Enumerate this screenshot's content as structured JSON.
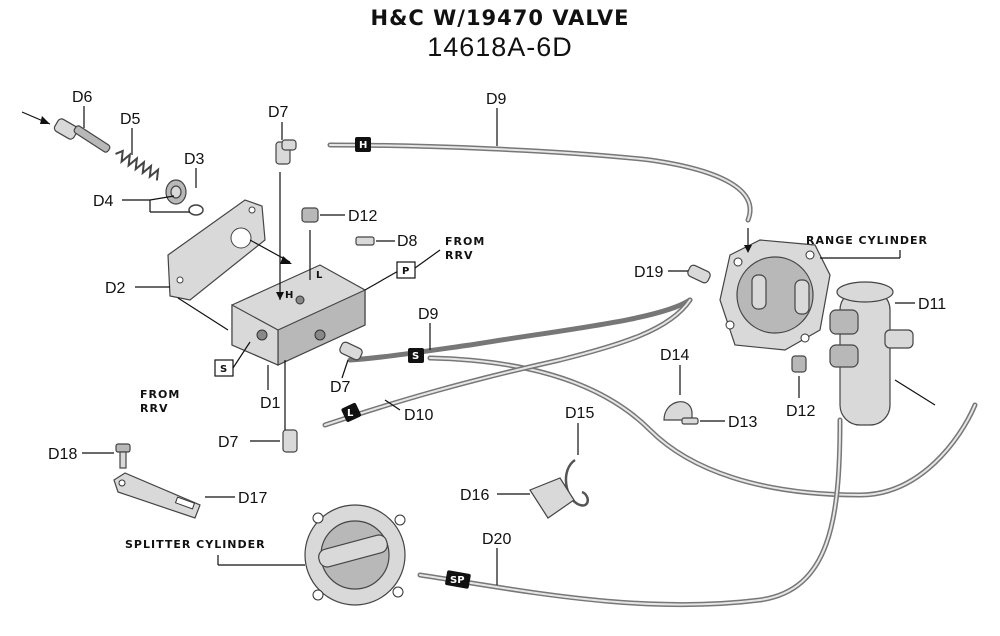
{
  "title": "H&C W/19470 Valve",
  "subtitle": "14618A-6D",
  "labels": {
    "d6": "D6",
    "d5": "D5",
    "d3": "D3",
    "d4": "D4",
    "d7a": "D7",
    "d9a": "D9",
    "d12a": "D12",
    "d8": "D8",
    "from_rrv_a": "From\nRRV",
    "d2": "D2",
    "p_tag": "P",
    "d19": "D19",
    "range_cyl": "Range Cylinder",
    "d11": "D11",
    "d9b": "D9",
    "s_tag_a": "S",
    "from_rrv_b": "From\nRRV",
    "d1": "D1",
    "d7b": "D7",
    "d10": "D10",
    "d7c": "D7",
    "d14": "D14",
    "d13": "D13",
    "d12b": "D12",
    "d15": "D15",
    "d18": "D18",
    "d17": "D17",
    "d16": "D16",
    "splitter_cyl": "Splitter Cylinder",
    "d20": "D20"
  },
  "tags": {
    "h": "H",
    "s": "S",
    "l": "L",
    "sp": "SP"
  },
  "valve_letters": {
    "h": "H",
    "l": "L"
  }
}
